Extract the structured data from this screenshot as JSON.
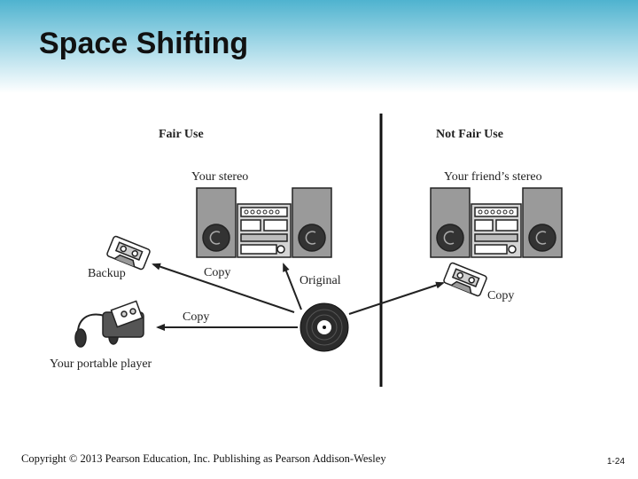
{
  "slide": {
    "title": "Space Shifting",
    "copyright": "Copyright © 2013 Pearson Education, Inc. Publishing as Pearson Addison-Wesley",
    "page_number": "1-24"
  },
  "diagram": {
    "fair_use": {
      "heading": "Fair Use",
      "stereo_label": "Your stereo",
      "backup_label": "Backup",
      "copy_label_1": "Copy",
      "copy_label_2": "Copy",
      "original_label": "Original",
      "portable_label": "Your portable player"
    },
    "not_fair_use": {
      "heading": "Not Fair Use",
      "stereo_label": "Your friend’s stereo",
      "copy_label": "Copy"
    }
  },
  "colors": {
    "header_top": "#4fb3cf",
    "ink": "#222222",
    "speaker_gray": "#9a9a9a"
  }
}
